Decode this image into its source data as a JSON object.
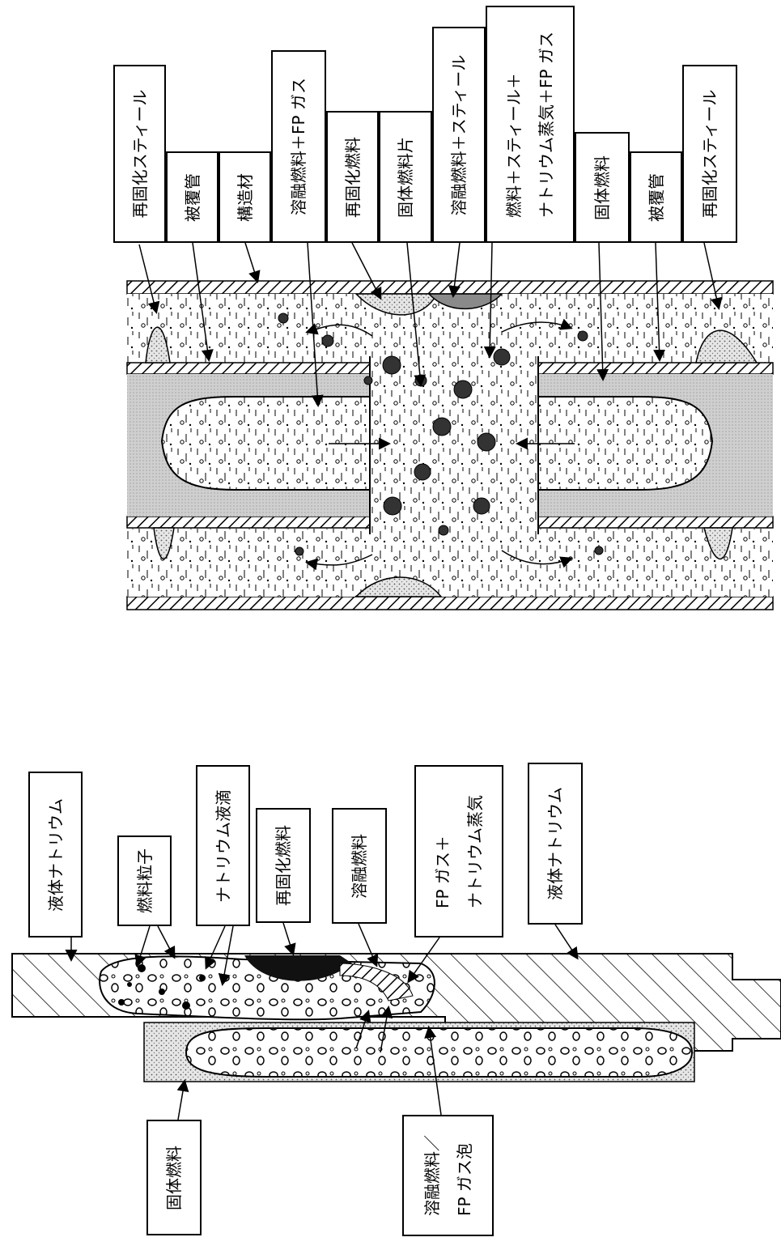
{
  "upper_diagram": {
    "labels": {
      "resolid_steel_left": "再固化スティール",
      "cladding_left": "被覆管",
      "structure": "構造材",
      "molten_fuel_fp_gas": "溶融燃料＋FP ガス",
      "refrozen_fuel": "再固化燃料",
      "solid_fuel_fragments": "固体燃料片",
      "molten_fuel_steel": "溶融燃料＋スティール",
      "fuel_steel_line1": "燃料＋スティール＋",
      "fuel_steel_line2": "ナトリウム蒸気＋FP ガス",
      "solid_fuel": "固体燃料",
      "cladding_right": "被覆管",
      "resolid_steel_right": "再固化スティール"
    }
  },
  "lower_diagram": {
    "labels": {
      "liquid_sodium_left": "液体ナトリウム",
      "fuel_particles": "燃料粒子",
      "sodium_droplets": "ナトリウム液滴",
      "refrozen_fuel": "再固化燃料",
      "molten_fuel": "溶融燃料",
      "fp_gas_line1": "FP ガス＋",
      "fp_gas_line2": "ナトリウム蒸気",
      "liquid_sodium_right": "液体ナトリウム",
      "solid_fuel": "固体燃料",
      "bubble_line1": "溶融燃料／",
      "bubble_line2": "FP ガス泡"
    }
  }
}
